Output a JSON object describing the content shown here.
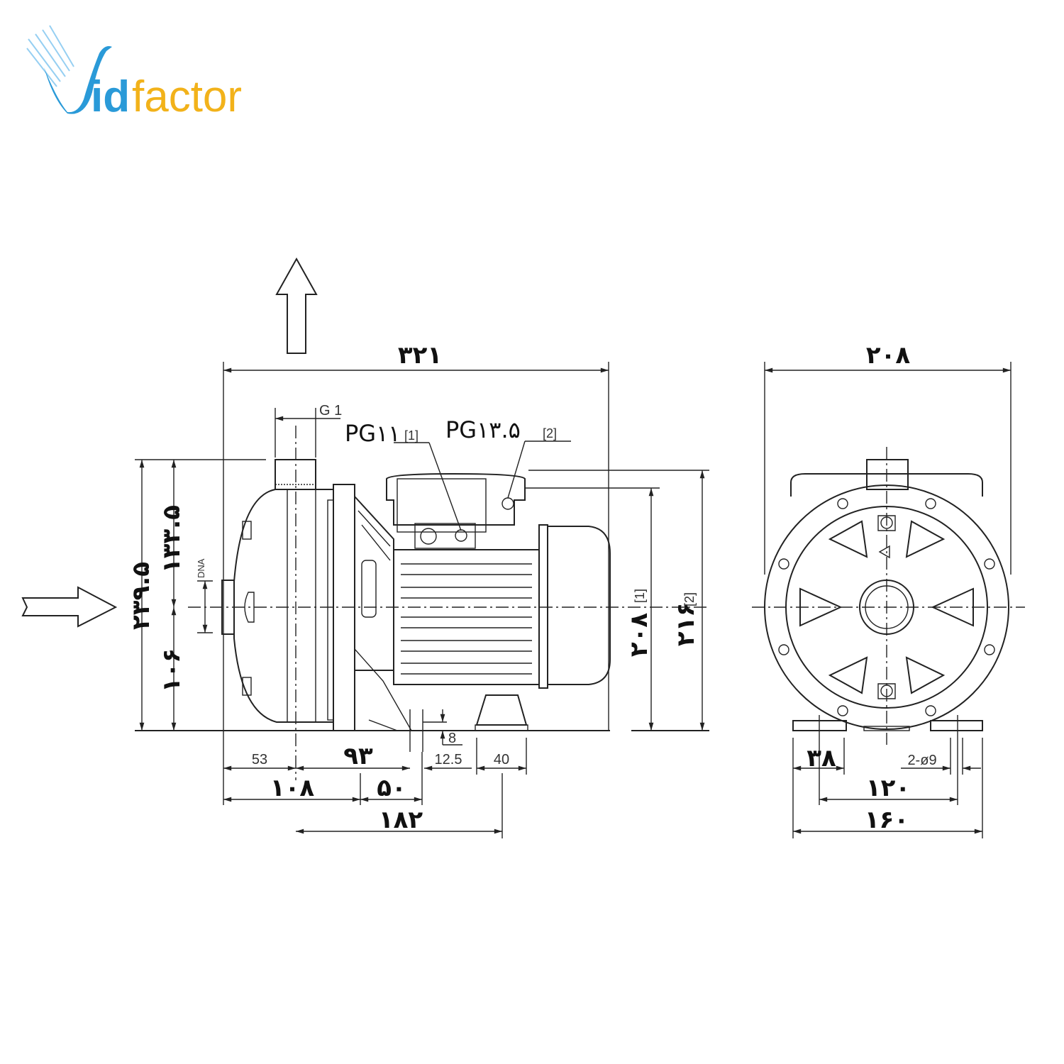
{
  "logo": {
    "part1": "id",
    "part2": "factor",
    "brand": "Vidfactor",
    "blue": "#2a9ad8",
    "yellow": "#f2b21a"
  },
  "side_view": {
    "overall_length": "۳۲۱",
    "outlet_thread": "G 1",
    "pg1": {
      "label": "PG۱۱",
      "ref": "[1]"
    },
    "pg2": {
      "label": "PG۱۳.۵",
      "ref": "[2]"
    },
    "dna": "DNA",
    "height_total": "۲۳۹.۵",
    "height_upper": "۱۳۳.۵",
    "height_lower": "۱۰۶",
    "height_208": "۲۰۸",
    "height_208_ref": "[1]",
    "height_216": "۲۱۶",
    "height_216_ref": "[2]",
    "foot_height": "8",
    "dim_53": "53",
    "dim_93": "۹۳",
    "dim_12_5": "12.5",
    "dim_40": "40",
    "dim_108": "۱۰۸",
    "dim_50": "۵۰",
    "dim_182": "۱۸۲"
  },
  "front_view": {
    "width": "۲۰۸",
    "dim_38": "۳۸",
    "holes": "2-ø9",
    "dim_120": "۱۲۰",
    "dim_160": "۱۶۰"
  }
}
